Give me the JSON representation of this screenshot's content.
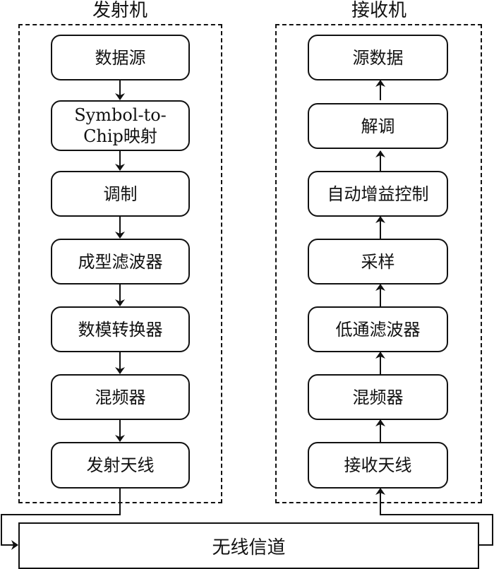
{
  "transmitter": {
    "title": "发射机",
    "blocks": [
      {
        "label": "数据源"
      },
      {
        "label_line1": "Symbol-to-",
        "label_line2": "Chip映射"
      },
      {
        "label": "调制"
      },
      {
        "label": "成型滤波器"
      },
      {
        "label": "数模转换器"
      },
      {
        "label": "混频器"
      },
      {
        "label": "发射天线"
      }
    ]
  },
  "receiver": {
    "title": "接收机",
    "blocks": [
      {
        "label": "源数据"
      },
      {
        "label": "解调"
      },
      {
        "label": "自动增益控制"
      },
      {
        "label": "采样"
      },
      {
        "label": "低通滤波器"
      },
      {
        "label": "混频器"
      },
      {
        "label": "接收天线"
      }
    ]
  },
  "channel": {
    "label": "无线信道"
  }
}
